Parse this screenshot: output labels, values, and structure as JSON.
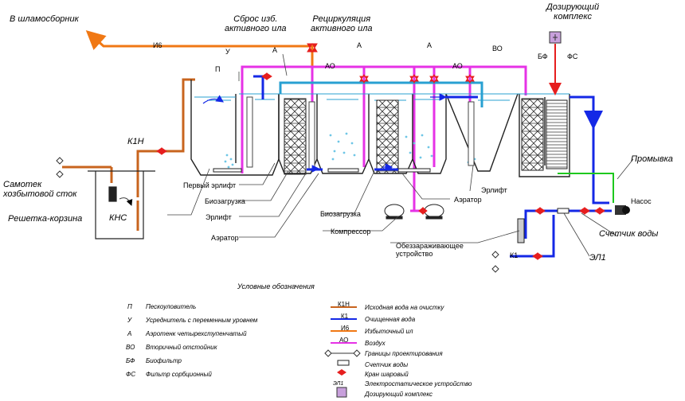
{
  "colors": {
    "raw_water": "#c8641e",
    "clean_water": "#1428e6",
    "excess_sludge": "#f07814",
    "air": "#e632e6",
    "tank_water": "#28a0d2",
    "flush": "#1ec81e",
    "valve": "#e61e1e"
  },
  "diagram": {
    "to_sludge_collector": "В шламосборник",
    "excess_sludge_discharge": "Сброс изб.\nактивного ила",
    "sludge_recirculation": "Рециркуляция\nактивного ила",
    "dosing_complex": "Дозирующий\nкомплекс",
    "gravity_sewage": "Самотек\nхозбытовой сток",
    "basket_screen": "Решетка-корзина",
    "pump_station": "КНС",
    "first_airlift": "Первый эрлифт",
    "bioload_1": "Биозагрузка",
    "airlift_1": "Эрлифт",
    "aerator_1": "Аэратор",
    "bioload_2": "Биозагрузка",
    "compressor": "Компрессор",
    "aerator_2": "Аэратор",
    "airlift_2": "Эрлифт",
    "disinfection_device": "Обеззараживающее\nустройство",
    "flushing": "Промывка",
    "pump": "Насос",
    "water_meter": "Счетчик воды",
    "el1": "ЭЛ1",
    "tag_P": "П",
    "tag_U": "У",
    "tag_A1": "А",
    "tag_A2": "А",
    "tag_A3": "А",
    "tag_VO": "ВО",
    "tag_BF": "БФ",
    "tag_FS": "ФС",
    "tag_K1N": "К1Н",
    "tag_I6": "И6",
    "tag_AO1": "АО",
    "tag_AO2": "АО",
    "tag_K1": "К1"
  },
  "legend": {
    "title": "Условные обозначения",
    "abbreviations": [
      {
        "code": "П",
        "text": "Пескоуловитель"
      },
      {
        "code": "У",
        "text": "Усреднитель с переменным уровнем"
      },
      {
        "code": "А",
        "text": "Аэротенк четырехступенчатый"
      },
      {
        "code": "ВО",
        "text": "Вторичный отстойник"
      },
      {
        "code": "БФ",
        "text": "Биофильтр"
      },
      {
        "code": "ФС",
        "text": "Фильтр сорбционный"
      }
    ],
    "lines": [
      {
        "code": "К1Н",
        "text": "Исходная вода на очистку",
        "color": "#c8641e"
      },
      {
        "code": "К1",
        "text": "Очищенная вода",
        "color": "#1428e6"
      },
      {
        "code": "И6",
        "text": "Избыточный ил",
        "color": "#f07814"
      },
      {
        "code": "АО",
        "text": "Воздух",
        "color": "#e632e6"
      }
    ],
    "symbols": [
      {
        "text": "Границы проектирования"
      },
      {
        "text": "Счетчик воды"
      },
      {
        "text": "Кран шаровый"
      },
      {
        "code": "ЭЛ1",
        "text": "Электростатическое устройство"
      },
      {
        "text": "Дозирующий комплекс"
      }
    ]
  }
}
